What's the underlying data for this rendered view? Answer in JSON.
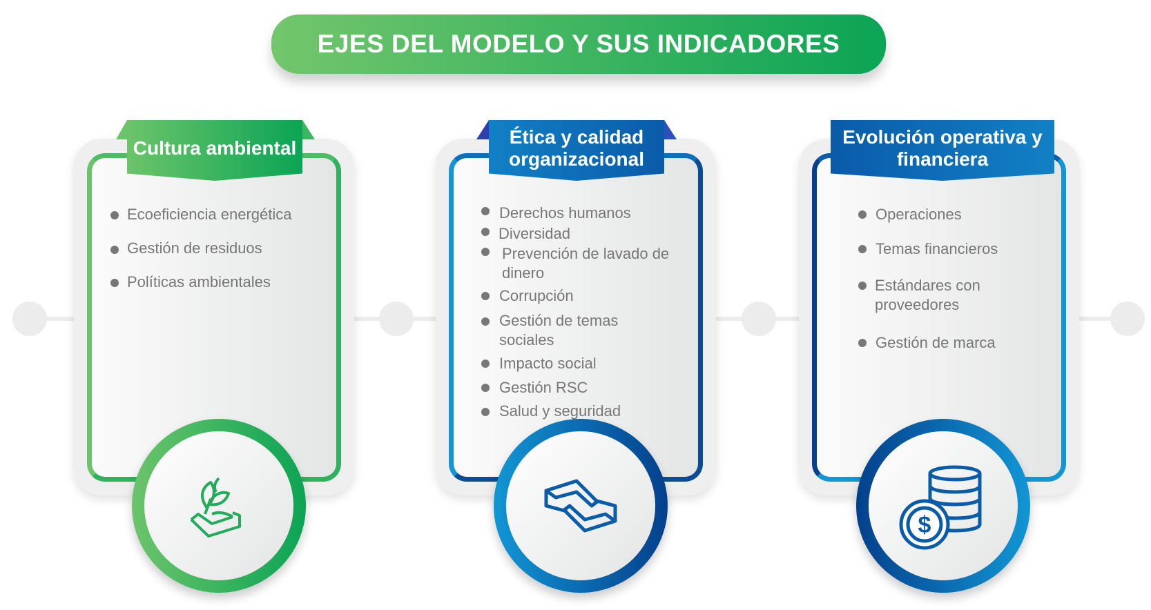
{
  "title": "EJES DEL MODELO Y SUS INDICADORES",
  "colors": {
    "green_start": "#73c66c",
    "green_end": "#0ba455",
    "blue_start": "#1296d4",
    "blue_end": "#04408c",
    "bullet": "#777777"
  },
  "cards": [
    {
      "title": "Cultura ambiental",
      "icon": "plant-in-hand-icon",
      "items": [
        "Ecoeficiencia  energética",
        "Gestión de residuos",
        "Políticas ambientales"
      ]
    },
    {
      "title": "Ética y calidad organizacional",
      "icon": "handshake-icon",
      "items": [
        "Derechos humanos",
        "Diversidad",
        "Prevención de lavado de dinero",
        "Corrupción",
        "Gestión de temas sociales",
        "Impacto social",
        "Gestión RSC",
        "Salud y seguridad"
      ]
    },
    {
      "title": "Evolución operativa y financiera",
      "icon": "coins-dollar-icon",
      "items": [
        "Operaciones",
        "Temas financieros",
        "Estándares con proveedores",
        "Gestión de marca"
      ]
    }
  ]
}
